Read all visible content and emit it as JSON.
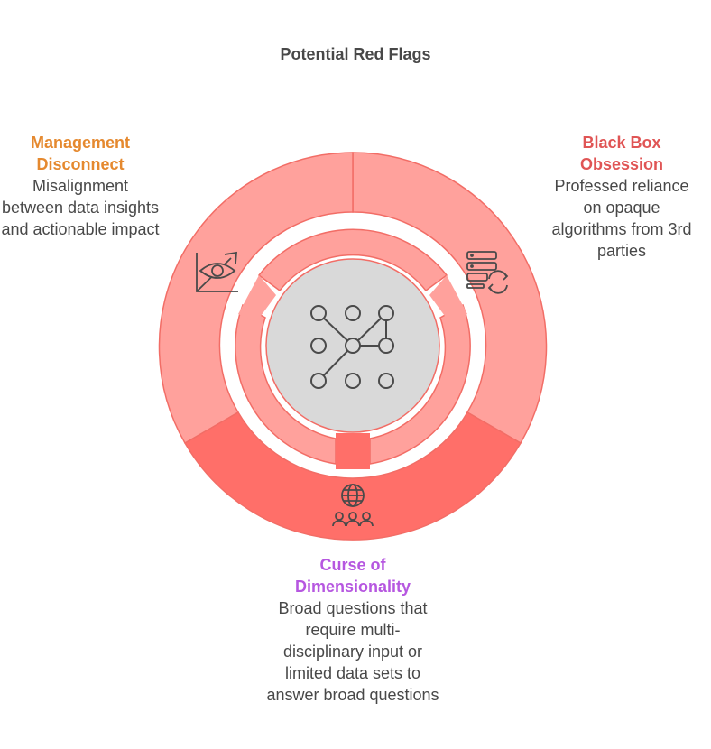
{
  "title": "Potential Red Flags",
  "segments": [
    {
      "id": "management",
      "heading": "Management Disconnect",
      "description": "Misalignment between data insights and actionable impact",
      "heading_color": "#E5892F",
      "icon": "analytics-eye-icon"
    },
    {
      "id": "blackbox",
      "heading": "Black Box Obsession",
      "description": "Professed reliance on opaque algorithms from 3rd parties",
      "heading_color": "#E05555",
      "icon": "server-refresh-icon"
    },
    {
      "id": "dimensionality",
      "heading": "Curse of Dimensionality",
      "description": "Broad questions that require multi-disciplinary input or limited data sets to answer broad questions",
      "heading_color": "#B657E0",
      "icon": "globe-people-icon"
    }
  ],
  "center_icon": "network-nodes-icon",
  "colors": {
    "segment_light": "#FFA19C",
    "segment_dark": "#FF6F69",
    "segment_stroke": "#F26D66",
    "center_fill": "#D9D9D9",
    "icon_stroke": "#4A4A4A"
  }
}
